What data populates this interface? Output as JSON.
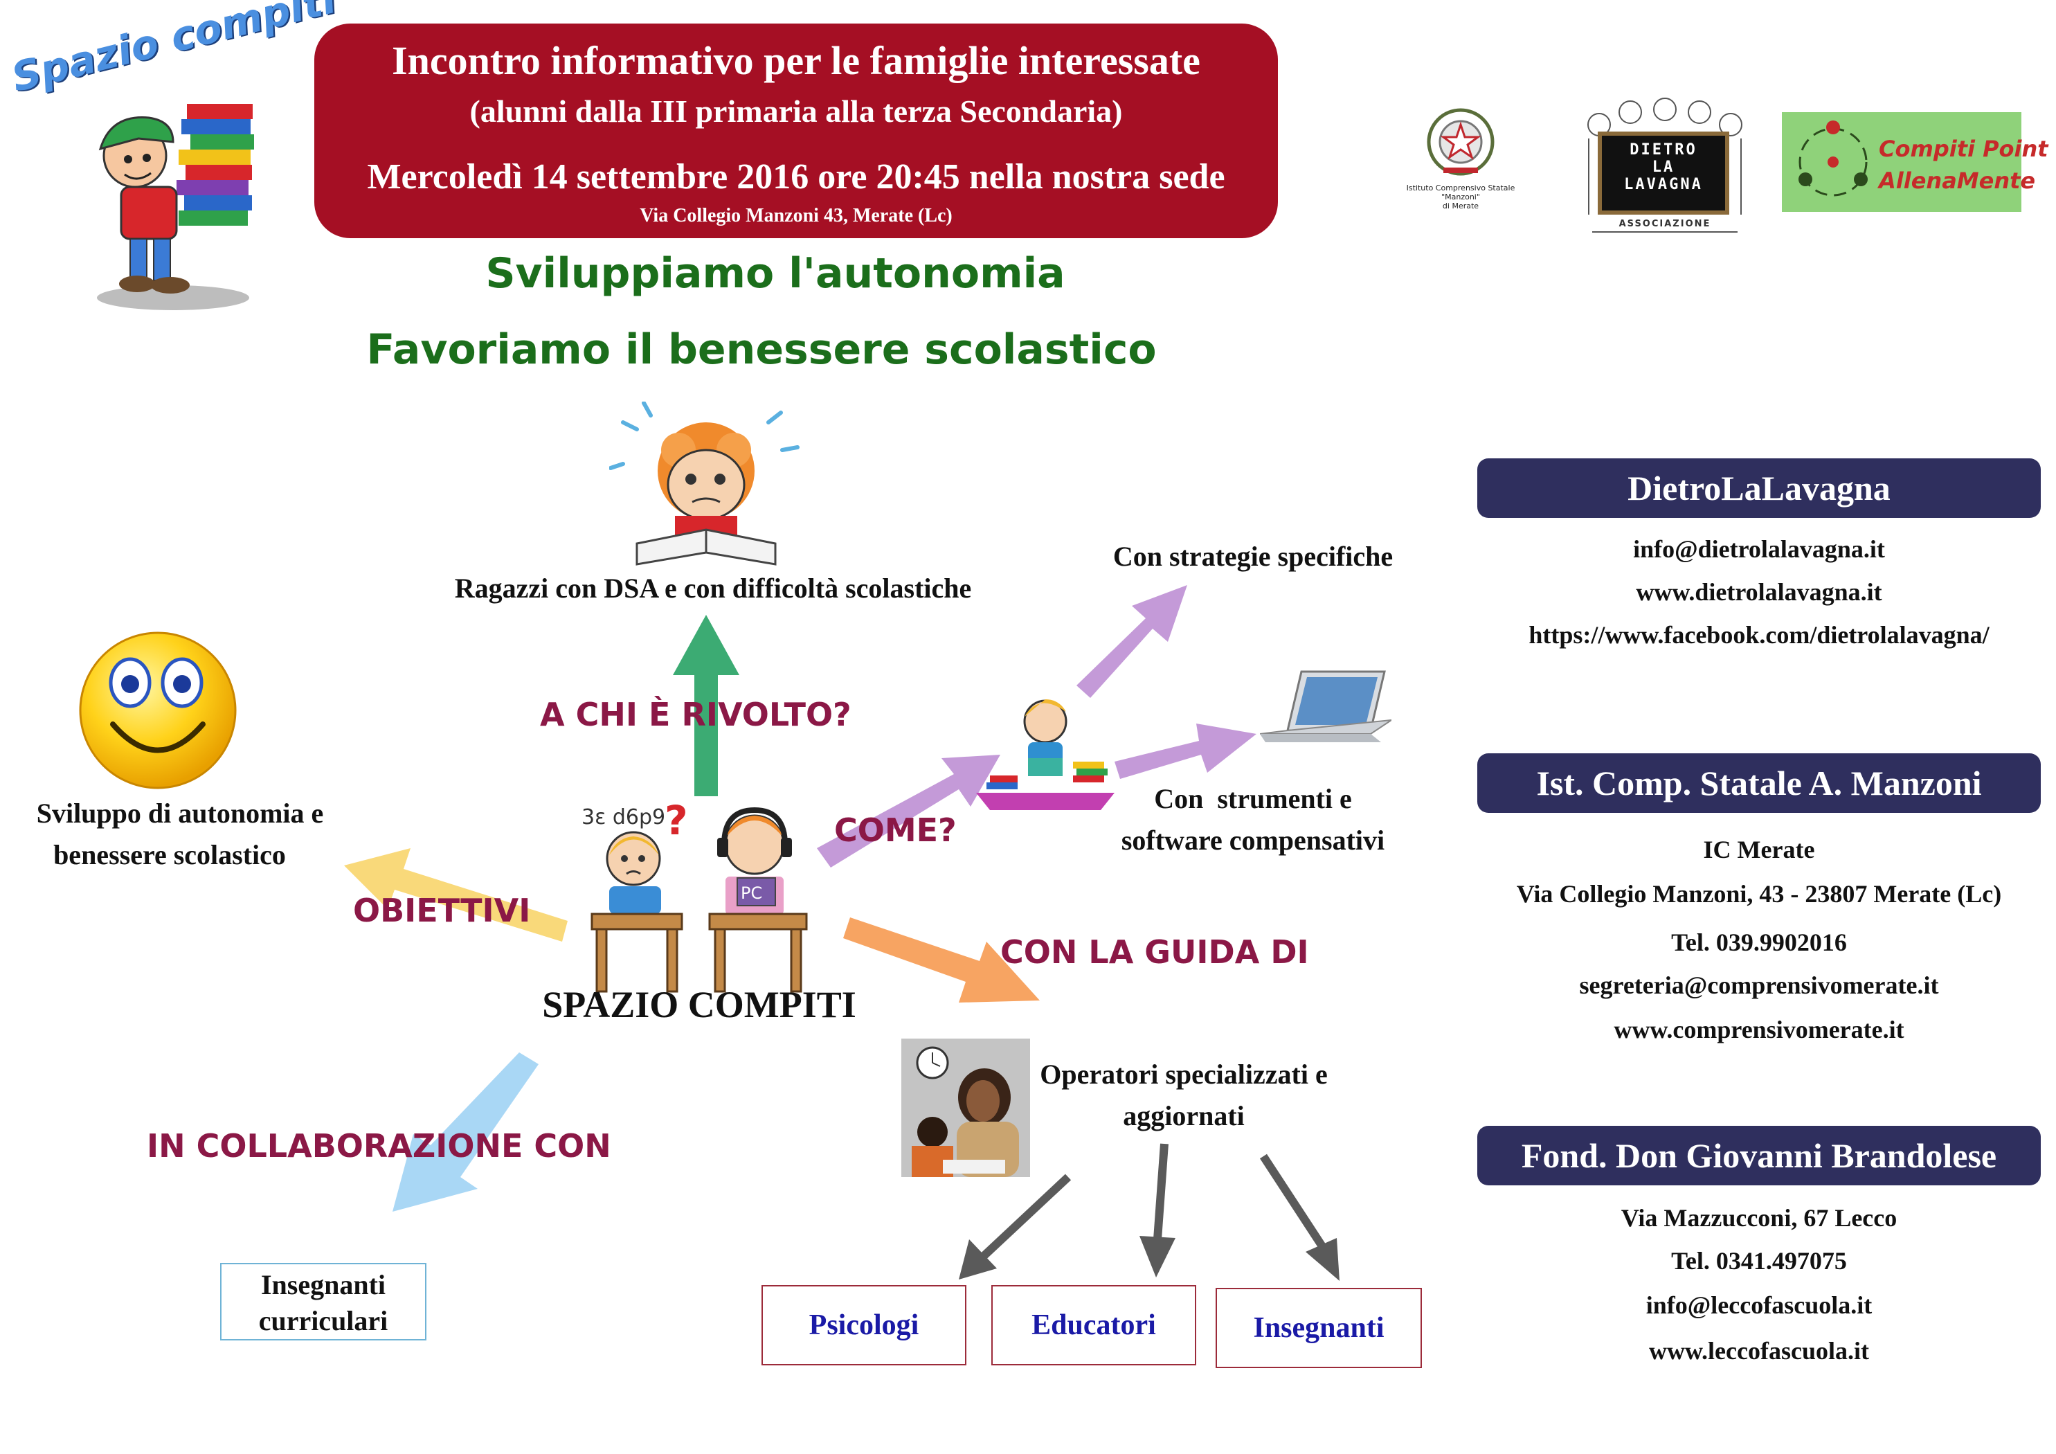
{
  "logo_text": "Spazio compiti",
  "banner": {
    "line1": "Incontro informativo per le famiglie interessate",
    "line2": "(alunni dalla III primaria alla terza Secondaria)",
    "line3": "Mercoledì 14 settembre 2016 ore 20:45 nella nostra sede",
    "line4": "Via Collegio Manzoni 43, Merate (Lc)"
  },
  "partner_logos": {
    "school": {
      "line1": "Istituto Comprensivo Statale",
      "line2": "\"Manzoni\"",
      "line3": "di Merate"
    },
    "association": {
      "line1": "DIETRO",
      "line2": "LA",
      "line3": "LAVAGNA",
      "line4": "ASSOCIAZIONE"
    },
    "point": {
      "line1": "Compiti Point",
      "line2": "AllenaMente"
    }
  },
  "headline": {
    "line1": "Sviluppiamo l'autonomia",
    "line2": "Favoriamo il benessere scolastico"
  },
  "map": {
    "center": "SPAZIO COMPITI",
    "target": {
      "label": "A CHI È RIVOLTO?",
      "node": "Ragazzi con DSA e con difficoltà scolastiche"
    },
    "method": {
      "label": "COME?",
      "node1": "Con strategie specifiche",
      "node2_line1": "Con  strumenti e",
      "node2_line2": "software compensativi"
    },
    "goal": {
      "label": "OBIETTIVI",
      "node_line1": "Sviluppo di autonomia e",
      "node_line2": "benessere scolastico"
    },
    "guide": {
      "label": "CON LA GUIDA DI",
      "node_line1": "Operatori specializzati e",
      "node_line2": "aggiornati",
      "roles": [
        "Psicologi",
        "Educatori",
        "Insegnanti"
      ]
    },
    "collab": {
      "label": "IN COLLABORAZIONE CON",
      "node_line1": "Insegnanti",
      "node_line2": "curriculari"
    },
    "pc_label": "PC",
    "doodle_text": "3ε d6p9"
  },
  "contacts": [
    {
      "title": "DietroLaLavagna",
      "lines": [
        "info@dietrolalavagna.it",
        "www.dietrolalavagna.it",
        "https://www.facebook.com/dietrolalavagna/"
      ]
    },
    {
      "title": "Ist. Comp. Statale A. Manzoni",
      "lines": [
        "IC Merate",
        "Via Collegio Manzoni, 43 - 23807 Merate (Lc)",
        "Tel. 039.9902016",
        "segreteria@comprensivomerate.it",
        "www.comprensivomerate.it"
      ]
    },
    {
      "title": "Fond. Don Giovanni Brandolese",
      "lines": [
        "Via Mazzucconi, 67 Lecco",
        "Tel. 0341.497075",
        "info@leccofascuola.it",
        "www.leccofascuola.it"
      ]
    }
  ],
  "colors": {
    "banner": "#a50f24",
    "headline": "#1b6e1b",
    "labels": "#8b1846",
    "pill": "#2f2f5e",
    "role_text": "#1a1aa6"
  }
}
